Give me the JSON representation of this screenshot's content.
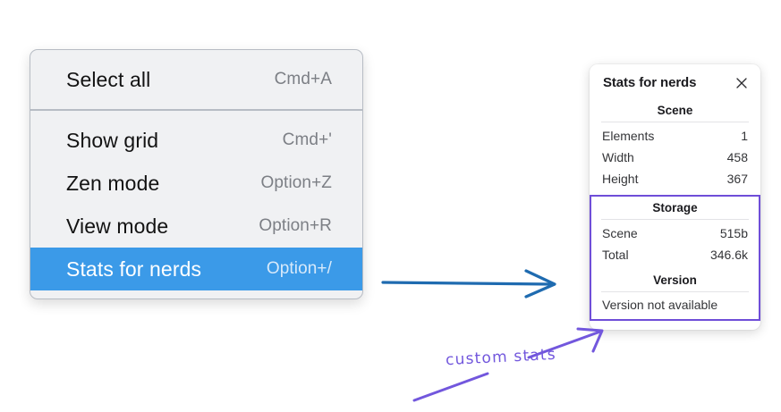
{
  "context_menu": {
    "sections": [
      {
        "items": [
          {
            "label": "Select all",
            "shortcut": "Cmd+A",
            "selected": false
          }
        ]
      },
      {
        "items": [
          {
            "label": "Show grid",
            "shortcut": "Cmd+'",
            "selected": false
          },
          {
            "label": "Zen mode",
            "shortcut": "Option+Z",
            "selected": false
          },
          {
            "label": "View mode",
            "shortcut": "Option+R",
            "selected": false
          },
          {
            "label": "Stats for nerds",
            "shortcut": "Option+/",
            "selected": true
          }
        ]
      }
    ],
    "highlight_color": "#3b9ae8"
  },
  "stats_panel": {
    "title": "Stats for nerds",
    "close_icon": "close-icon",
    "scene": {
      "heading": "Scene",
      "rows": [
        {
          "key": "Elements",
          "value": "1"
        },
        {
          "key": "Width",
          "value": "458"
        },
        {
          "key": "Height",
          "value": "367"
        }
      ]
    },
    "storage": {
      "heading": "Storage",
      "rows": [
        {
          "key": "Scene",
          "value": "515b"
        },
        {
          "key": "Total",
          "value": "346.6k"
        }
      ]
    },
    "version": {
      "heading": "Version",
      "text": "Version not available"
    },
    "highlight_border_color": "#6f4ed8"
  },
  "annotations": {
    "custom_stats_label": "custom stats",
    "purple_color": "#7257dd",
    "blue_arrow_color": "#1f6bb0"
  }
}
